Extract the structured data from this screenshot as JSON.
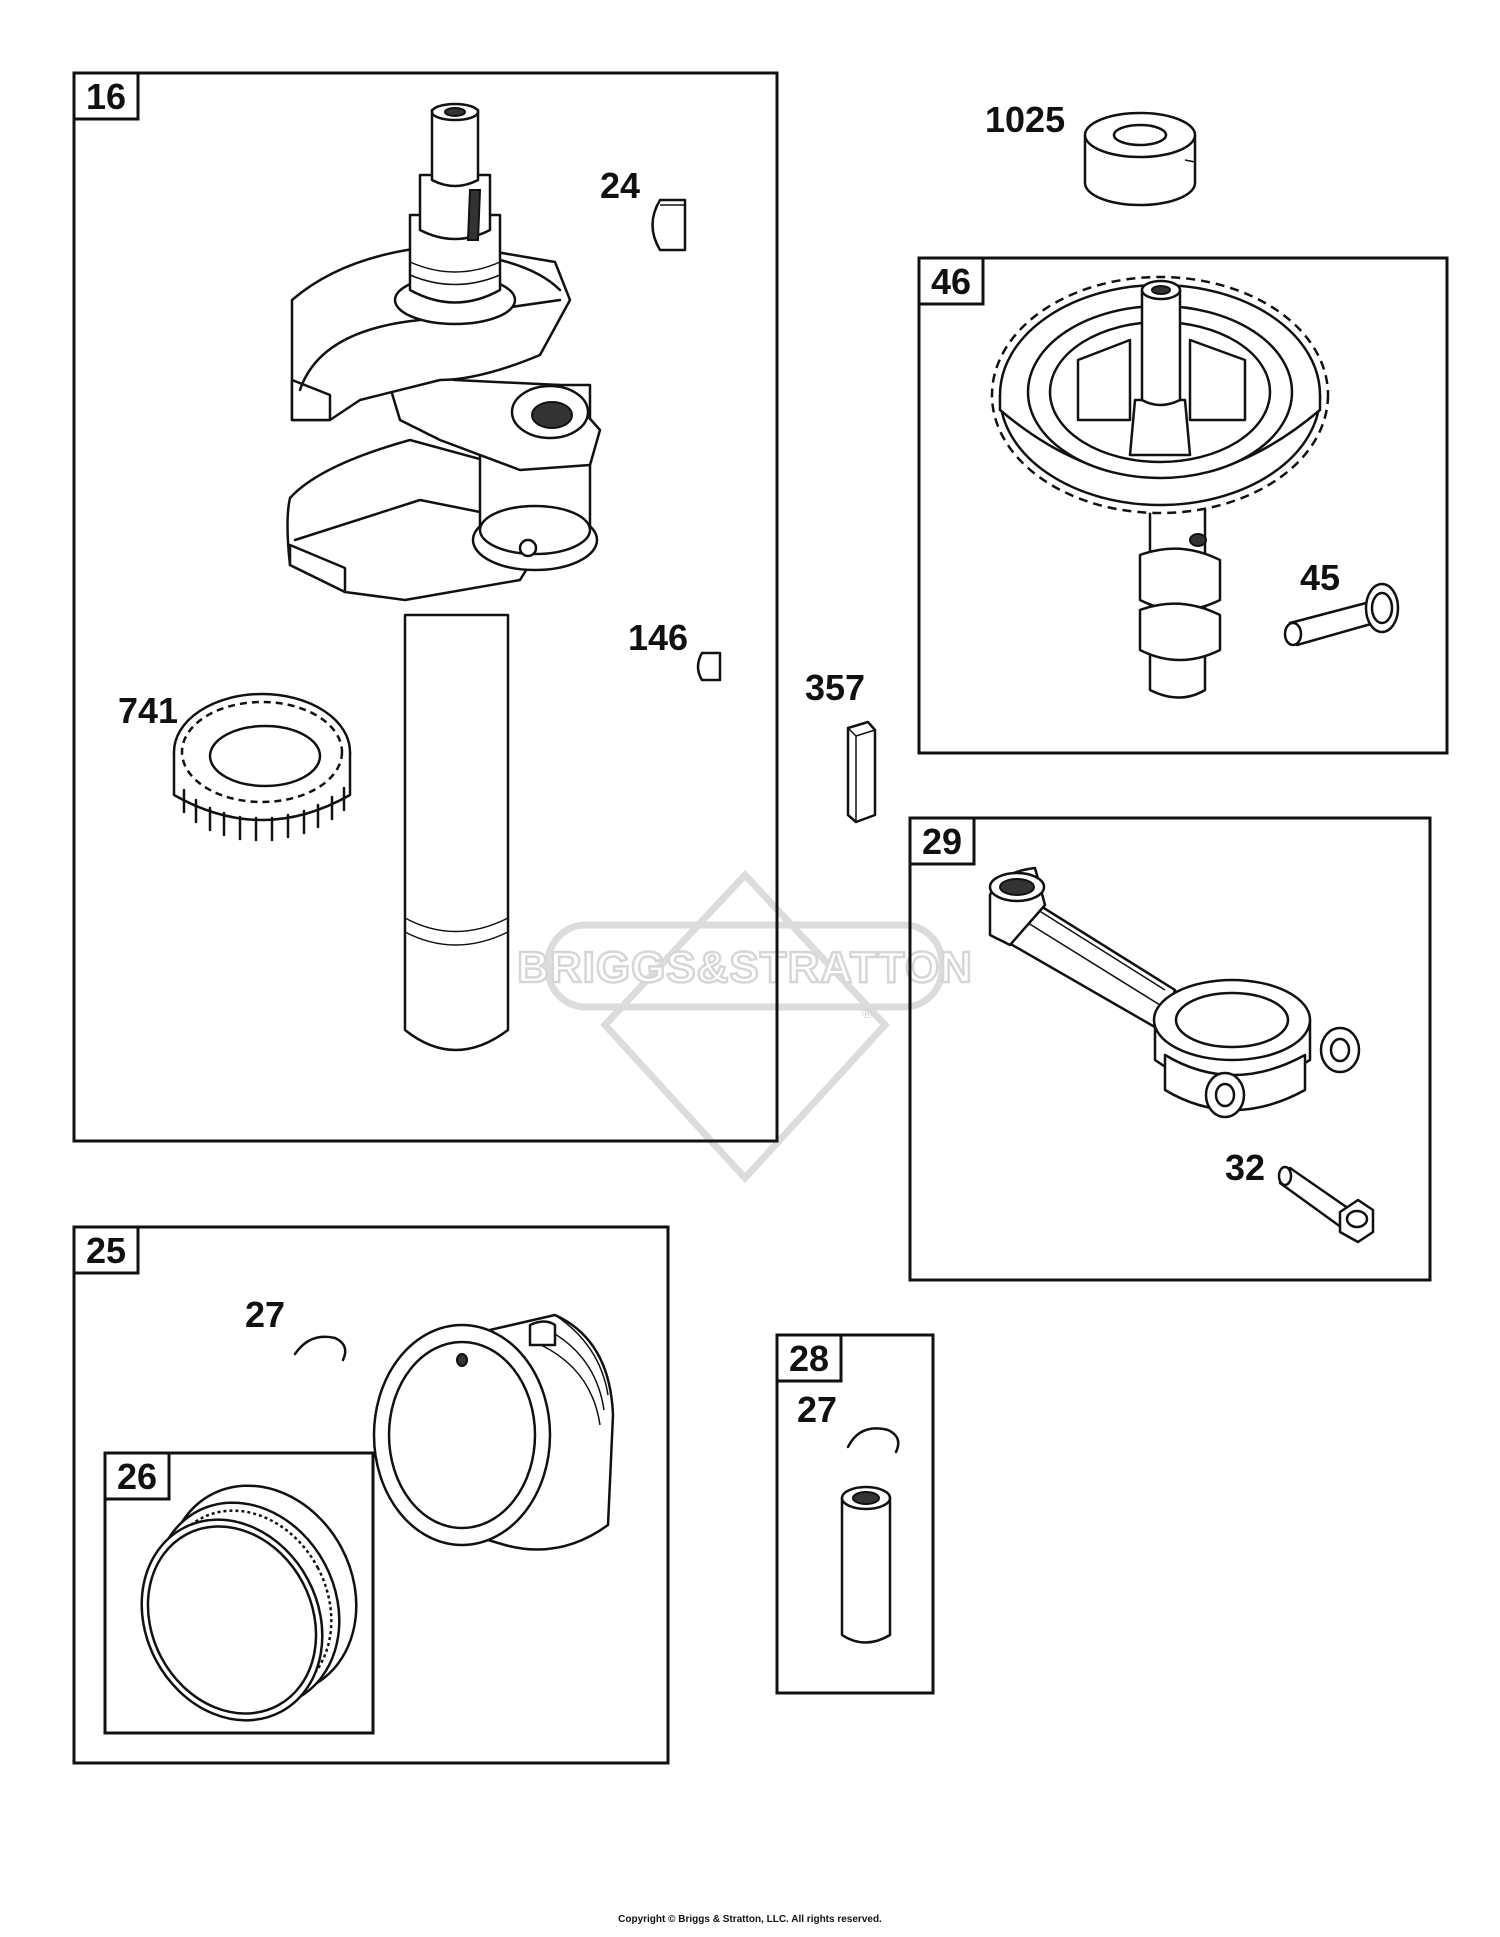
{
  "watermark": {
    "text": "BRIGGS&STRATTON",
    "registered": "®"
  },
  "groups": {
    "g16": "16",
    "g46": "46",
    "g29": "29",
    "g25": "25",
    "g26": "26",
    "g28": "28"
  },
  "parts": {
    "p24": "24",
    "p146": "146",
    "p741": "741",
    "p1025": "1025",
    "p45": "45",
    "p357": "357",
    "p32": "32",
    "p27a": "27",
    "p27b": "27"
  },
  "footer": {
    "copyright": "Copyright © Briggs & Stratton, LLC. All rights reserved."
  }
}
